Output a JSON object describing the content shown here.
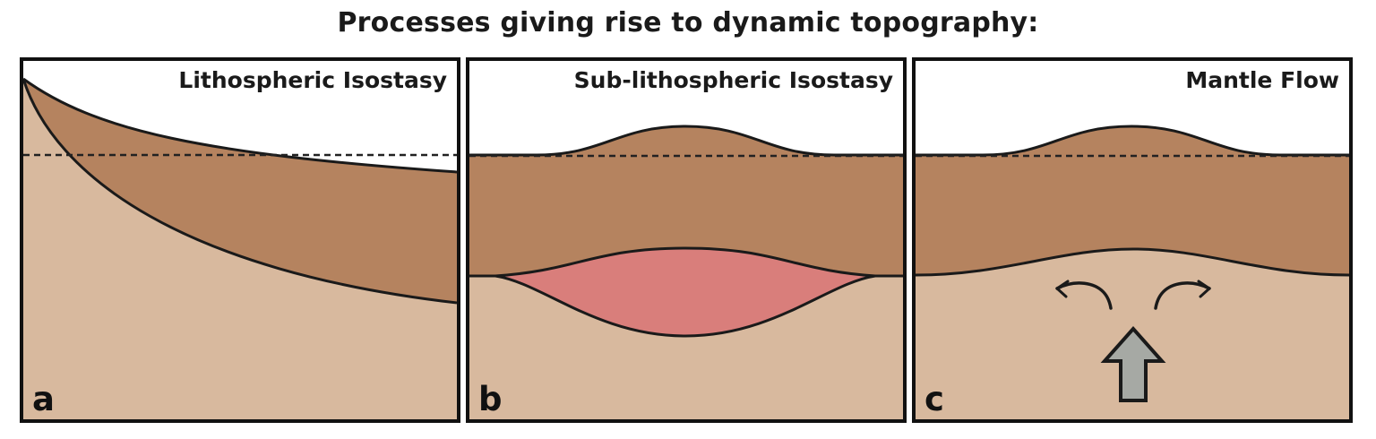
{
  "title": "Processes giving rise to dynamic topography:",
  "colors": {
    "lithosphere": "#b5835f",
    "mantle": "#d8b99e",
    "low_density_lens": "#d97e7b",
    "arrow_gray": "#a6a9a4",
    "outline": "#1a1a1a"
  },
  "panels": [
    {
      "letter": "a",
      "title": "Lithospheric Isostasy"
    },
    {
      "letter": "b",
      "title": "Sub-lithospheric Isostasy"
    },
    {
      "letter": "c",
      "title": "Mantle Flow",
      "icons": [
        "mantle-upwelling-block-arrow",
        "divergent-flow-arrow-left",
        "divergent-flow-arrow-right"
      ]
    }
  ]
}
